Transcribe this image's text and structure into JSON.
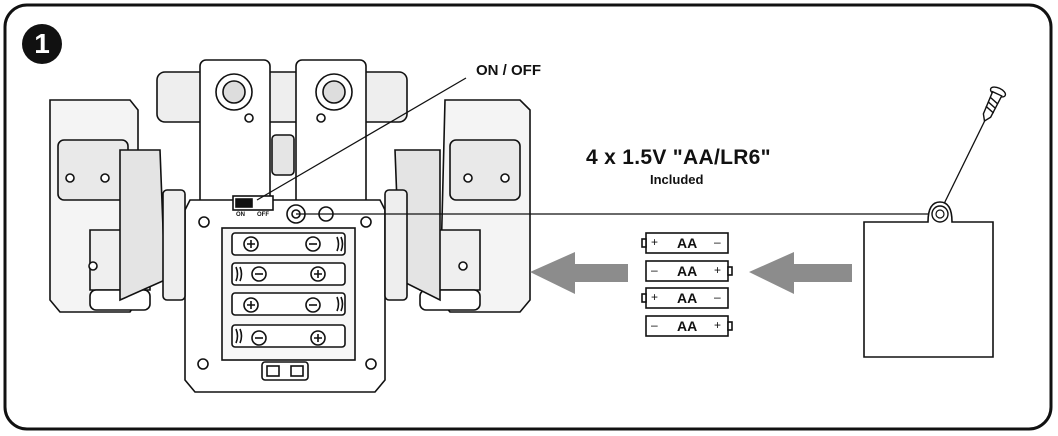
{
  "step": {
    "number": "1"
  },
  "switch": {
    "label": "ON / OFF",
    "on": "ON",
    "off": "OFF"
  },
  "battery": {
    "spec": "4 x 1.5V \"AA/LR6\"",
    "note": "Included",
    "cells": [
      {
        "label": "AA",
        "left": "+",
        "right": "–"
      },
      {
        "label": "AA",
        "left": "–",
        "right": "+"
      },
      {
        "label": "AA",
        "left": "+",
        "right": "–"
      },
      {
        "label": "AA",
        "left": "–",
        "right": "+"
      }
    ]
  },
  "colors": {
    "ink": "#111111",
    "arrow": "#8c8c8c",
    "panel_fill": "#f2f2f2"
  }
}
